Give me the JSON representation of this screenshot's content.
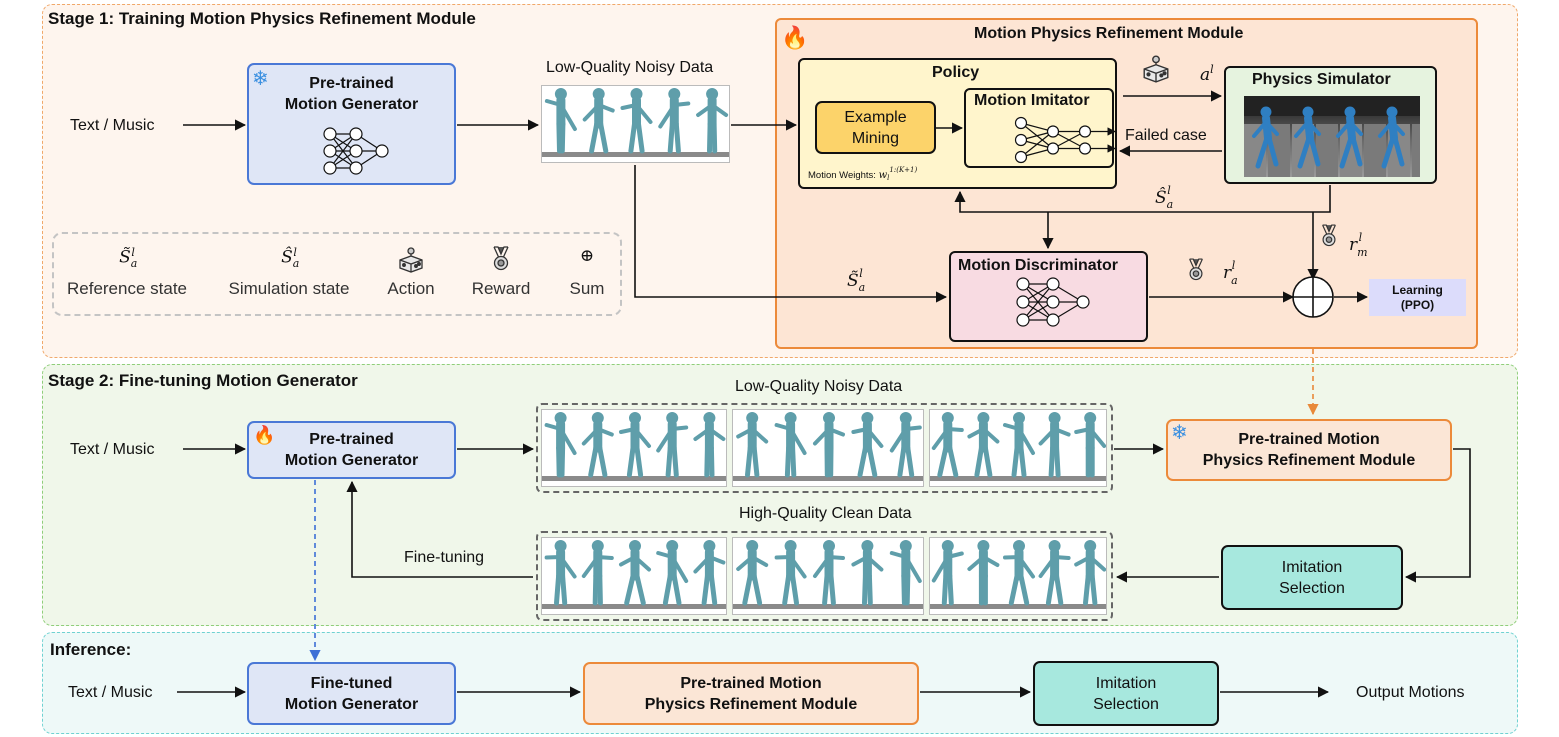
{
  "stage1": {
    "title": "Stage 1: Training Motion Physics Refinement Module",
    "input_label": "Text / Music",
    "generator_line1": "Pre-trained",
    "generator_line2": "Motion Generator",
    "noisy_label": "Low-Quality Noisy Data",
    "mprm_title": "Motion Physics Refinement Module",
    "policy_title": "Policy",
    "example_mining_line1": "Example",
    "example_mining_line2": "Mining",
    "motion_imitator": "Motion Imitator",
    "motion_weights": "Motion Weights:",
    "physics_simulator": "Physics Simulator",
    "failed_case": "Failed case",
    "motion_discriminator": "Motion Discriminator",
    "learning_line1": "Learning",
    "learning_line2": "(PPO)"
  },
  "legend": {
    "items": [
      {
        "symbol": "S̃",
        "label": "Reference state",
        "icon": "tilde-s-symbol"
      },
      {
        "symbol": "Ŝ",
        "label": "Simulation state",
        "icon": "hat-s-symbol"
      },
      {
        "symbol": "",
        "label": "Action",
        "icon": "joystick-icon"
      },
      {
        "symbol": "",
        "label": "Reward",
        "icon": "medal-icon"
      },
      {
        "symbol": "⊕",
        "label": "Sum",
        "icon": "sum-icon"
      }
    ]
  },
  "stage2": {
    "title": "Stage 2: Fine-tuning Motion Generator",
    "input_label": "Text / Music",
    "generator_line1": "Pre-trained",
    "generator_line2": "Motion Generator",
    "noisy_label": "Low-Quality Noisy Data",
    "clean_label": "High-Quality Clean Data",
    "mprm_line1": "Pre-trained Motion",
    "mprm_line2": "Physics Refinement Module",
    "imitation_line1": "Imitation",
    "imitation_line2": "Selection",
    "finetuning_label": "Fine-tuning"
  },
  "inference": {
    "title": "Inference:",
    "input_label": "Text / Music",
    "generator_line1": "Fine-tuned",
    "generator_line2": "Motion Generator",
    "mprm_line1": "Pre-trained Motion",
    "mprm_line2": "Physics Refinement Module",
    "imitation_line1": "Imitation",
    "imitation_line2": "Selection",
    "output_label": "Output Motions"
  },
  "colors": {
    "stage1_bg": "#fef5ee",
    "stage1_border": "#f0a86a",
    "stage2_bg": "#f0f7ea",
    "stage2_border": "#8fce7a",
    "inference_bg": "#eef9f8",
    "inference_border": "#6fd2d2",
    "mprm_bg": "#fde5d4",
    "mprm_border": "#ec8a3a",
    "policy_bg": "#fff5cc",
    "mining_bg": "#fcd36a",
    "discriminator_bg": "#f8dbe2",
    "simulator_bg": "#e6f3df",
    "learning_bg": "#dcdcfb",
    "figure_color": "#5f9eaa"
  }
}
